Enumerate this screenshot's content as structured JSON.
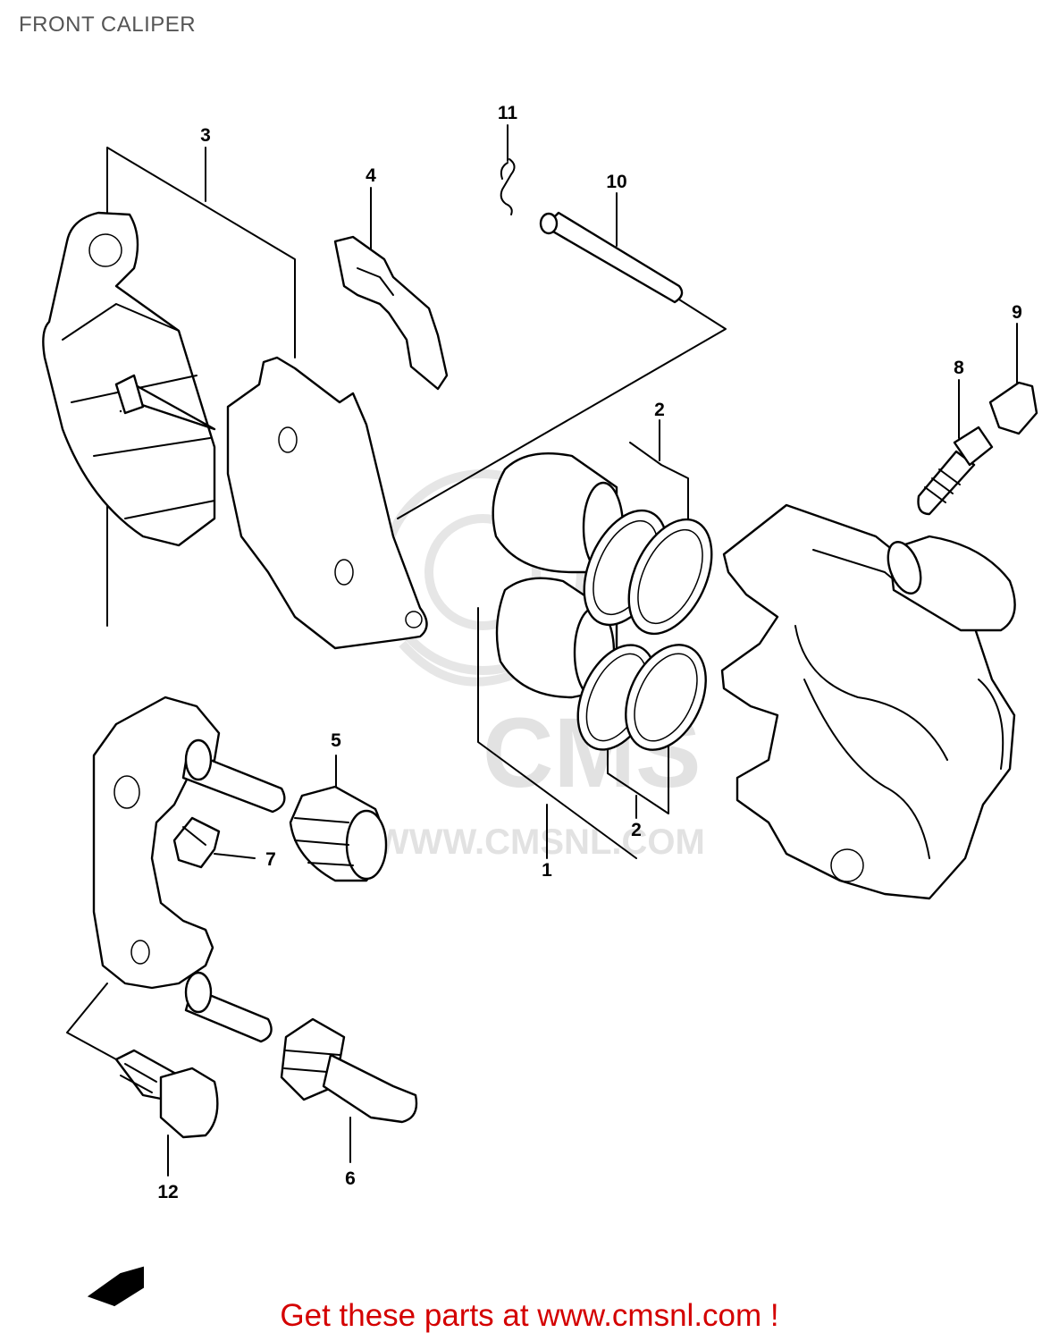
{
  "header": {
    "title": "FRONT CALIPER"
  },
  "diagram": {
    "part_numbers": [
      "1",
      "2",
      "2",
      "3",
      "4",
      "5",
      "6",
      "7",
      "8",
      "9",
      "10",
      "11",
      "12"
    ],
    "watermark": {
      "text": "WWW.CMSNL.COM",
      "logo_text": "CMS"
    }
  },
  "footer": {
    "promo": "Get these parts at www.cmsnl.com !"
  },
  "colors": {
    "promo": "#d40000",
    "title": "#555555",
    "line": "#000000",
    "watermark": "#e2e2e2"
  }
}
